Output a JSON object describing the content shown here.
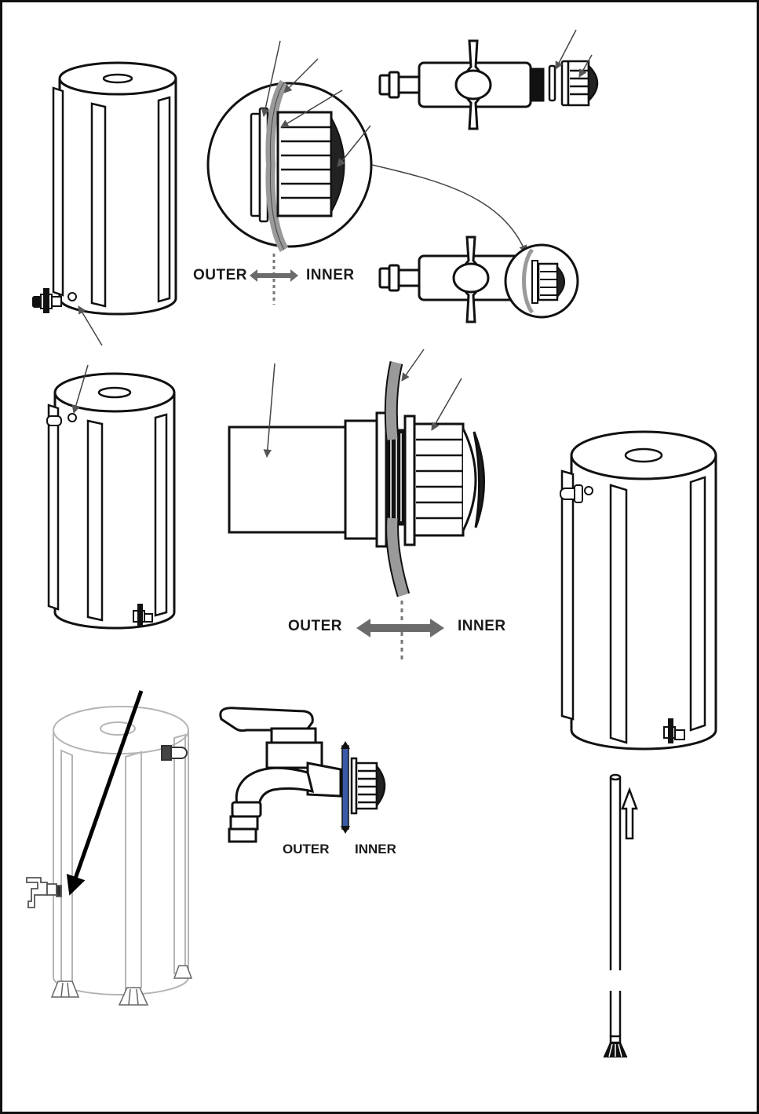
{
  "colors": {
    "line": "#111111",
    "tube_gray": "#9a9a9a",
    "arrow_gray": "#6b6b6b",
    "gasket_blue": "#3a5ba8",
    "faint_line": "#b5b5b5"
  },
  "labels": {
    "diagram1": {
      "outer": "OUTER",
      "inner": "INNER"
    },
    "diagram2": {
      "outer": "OUTER",
      "inner": "INNER"
    },
    "diagram3": {
      "outer": "OUTER",
      "inner": "INNER"
    }
  },
  "icons": [
    "water-barrel-icon",
    "tap-valve-icon",
    "connector-nut-icon",
    "rubber-gasket-icon",
    "garden-faucet-icon",
    "support-pole-icon",
    "foot-stand-icon",
    "direction-arrow-icon"
  ]
}
